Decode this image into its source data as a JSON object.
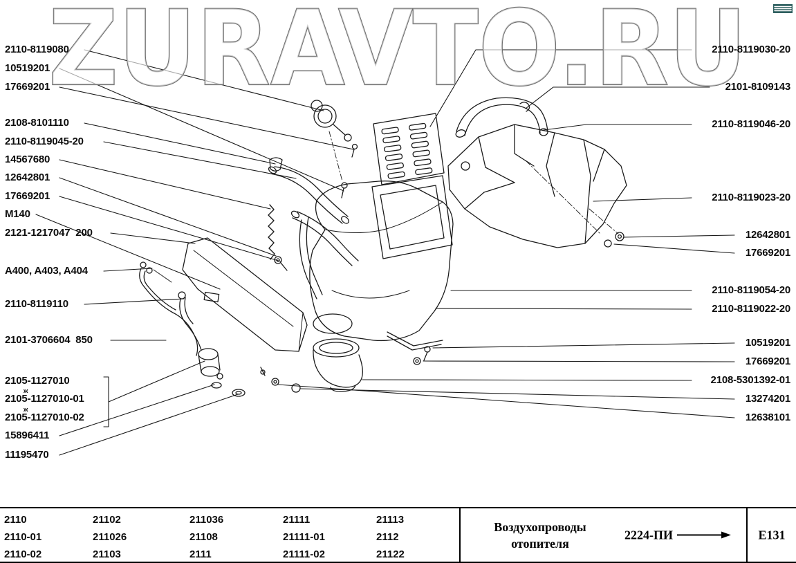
{
  "watermark": "ZURAVTO.RU",
  "colors": {
    "ink": "#111111",
    "watermark_stroke": "#6e6e6e"
  },
  "footnote_mark": "ж",
  "parts_left": [
    "2110-8119080",
    "10519201",
    "17669201",
    "2108-8101110",
    "2110-8119045-20",
    "14567680",
    "12642801",
    "17669201",
    "M140",
    "2121-1217047  200",
    "A400, A403, A404",
    "2110-8119110",
    "2101-3706604  850",
    "2105-1127010",
    "2105-1127010-01",
    "2105-1127010-02",
    "15896411",
    "11195470"
  ],
  "parts_right": [
    "2110-8119030-20",
    "2101-8109143",
    "2110-8119046-20",
    "2110-8119023-20",
    "12642801",
    "17669201",
    "2110-8119054-20",
    "2110-8119022-20",
    "10519201",
    "17669201",
    "2108-5301392-01",
    "13274201",
    "12638101"
  ],
  "footer": {
    "models": [
      [
        "2110",
        "2110-01",
        "2110-02"
      ],
      [
        "21102",
        "211026",
        "21103"
      ],
      [
        "211036",
        "21108",
        "2111"
      ],
      [
        "21111",
        "21111-01",
        "21111-02"
      ],
      [
        "21113",
        "2112",
        "21122"
      ]
    ],
    "section_title_line1": "Воздухопроводы",
    "section_title_line2": "отопителя",
    "catalog_code": "2224-ПИ",
    "page_code": "Е131"
  }
}
